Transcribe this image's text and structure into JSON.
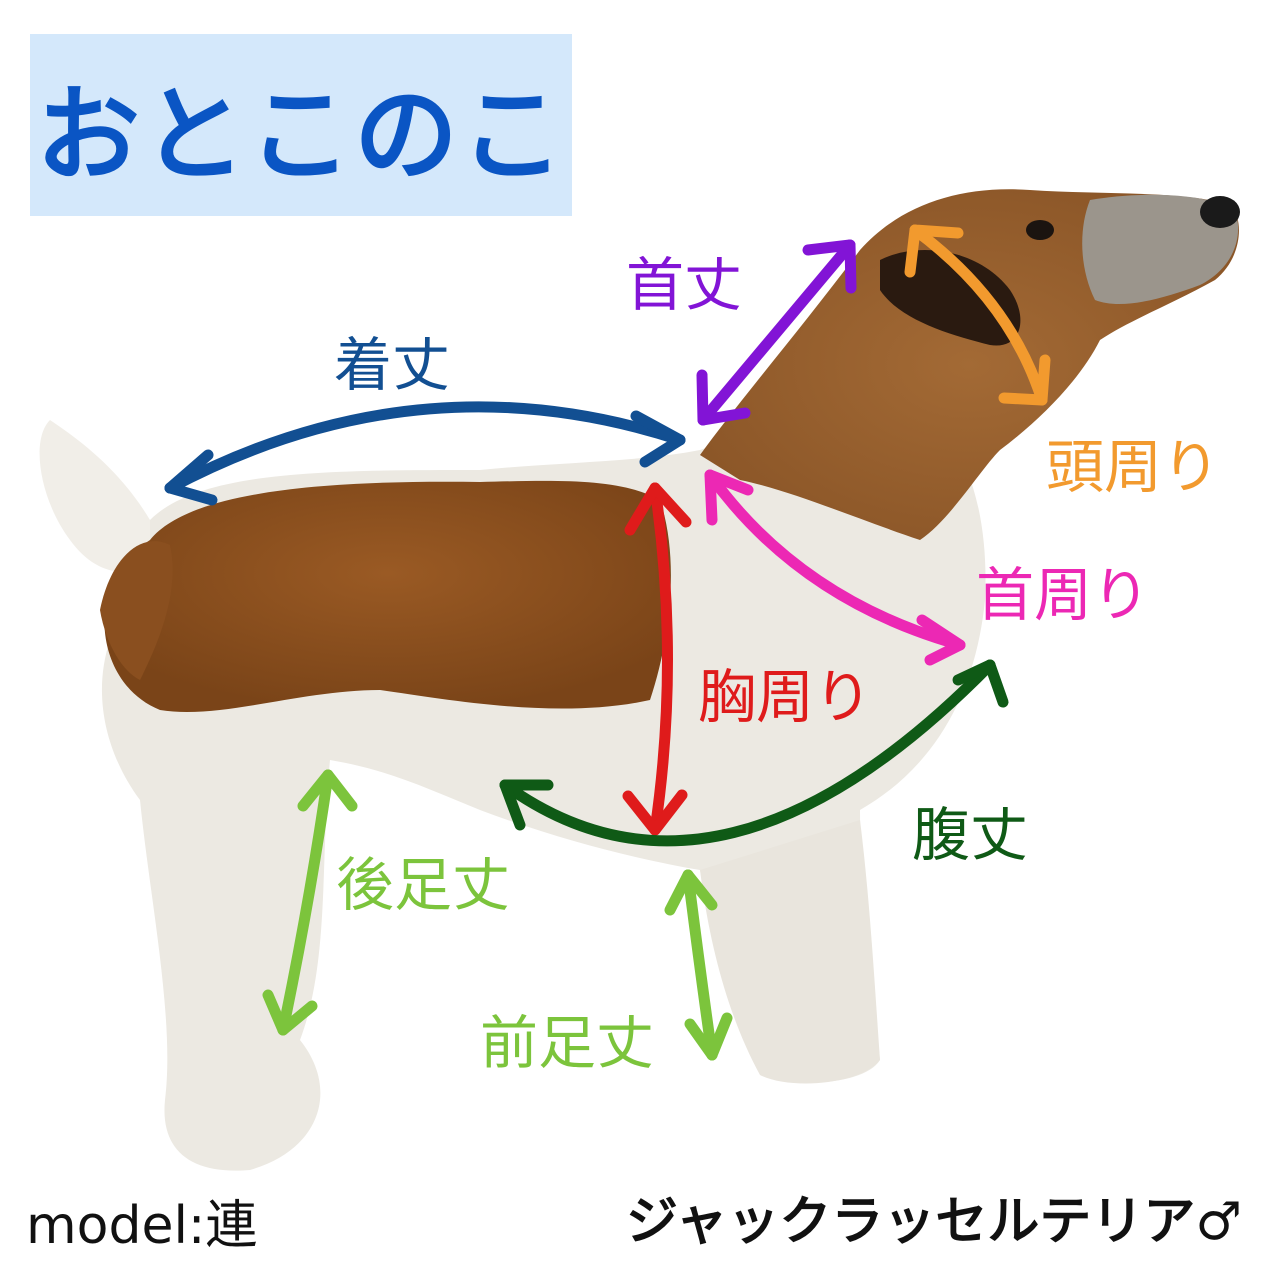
{
  "title": "おとこのこ",
  "colors": {
    "title_background": "#d4e8fb",
    "title_text": "#0a55c4",
    "length": "#124f92",
    "neck_length": "#8214d6",
    "head_girth": "#f29a2e",
    "neck_girth": "#ec28b4",
    "chest_girth": "#df1b1b",
    "belly_length": "#0f5a16",
    "leg_length": "#7cc43c"
  },
  "labels": {
    "length": "着丈",
    "neck_length": "首丈",
    "head_girth": "頭周り",
    "neck_girth": "首周り",
    "chest_girth": "胸周り",
    "belly_length": "腹丈",
    "hind_leg_length": "後足丈",
    "front_leg_length": "前足丈"
  },
  "footer": {
    "model": "model:連",
    "breed": "ジャックラッセルテリア♂"
  }
}
